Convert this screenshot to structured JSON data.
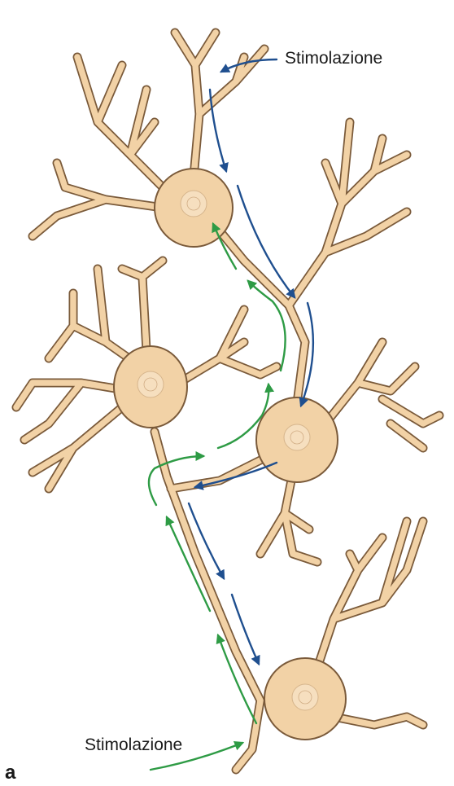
{
  "labels": {
    "stimulation_top": "Stimolazione",
    "stimulation_bottom": "Stimolazione",
    "panel_letter": "a"
  },
  "colors": {
    "neuron_fill": "#f2d2a6",
    "neuron_outline": "#7a5a3a",
    "arrow_orthodromic": "#1f4f8f",
    "arrow_antidromic": "#2e9b45"
  }
}
